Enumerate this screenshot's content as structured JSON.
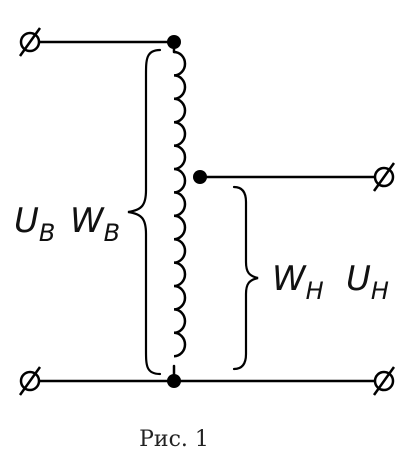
{
  "labels": {
    "u_b": {
      "main": "U",
      "sub": "B"
    },
    "w_b": {
      "main": "W",
      "sub": "B"
    },
    "w_h": {
      "main": "W",
      "sub": "H"
    },
    "u_h": {
      "main": "U",
      "sub": "H"
    }
  },
  "caption": "Рис. 1"
}
